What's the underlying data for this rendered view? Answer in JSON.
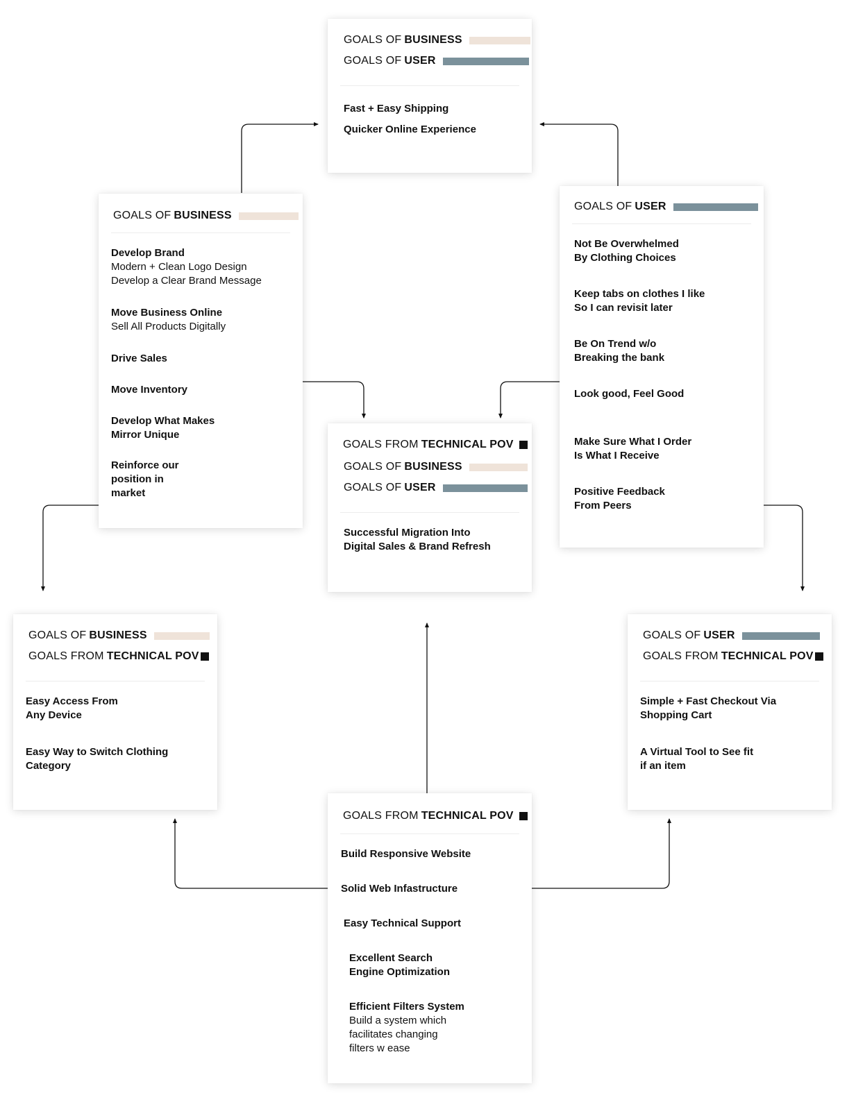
{
  "labels": {
    "goals_of": "GOALS OF",
    "goals_from": "GOALS FROM",
    "business": "BUSINESS",
    "user": "USER",
    "technical_pov": "TECHNICAL POV"
  },
  "colors": {
    "business": "#efe3d9",
    "user": "#7b919b",
    "technical": "#111111",
    "connector": "#111111"
  },
  "cards": {
    "top": {
      "items": [
        {
          "title": "Fast + Easy Shipping"
        },
        {
          "title": "Quicker Online Experience"
        }
      ]
    },
    "business": {
      "items": [
        {
          "title": "Develop Brand",
          "sub": [
            "Modern + Clean Logo Design",
            "Develop a Clear Brand Message"
          ]
        },
        {
          "title": "Move Business Online",
          "sub": [
            "Sell All Products Digitally"
          ]
        },
        {
          "title": "Drive Sales"
        },
        {
          "title": "Move Inventory"
        },
        {
          "title": "Develop What Makes",
          "sub2": "Mirror Unique"
        },
        {
          "title": "Reinforce our",
          "sub2": "position in",
          "sub3": "market"
        }
      ]
    },
    "user": {
      "items": [
        {
          "title": "Not Be Overwhelmed",
          "sub2": "By Clothing Choices"
        },
        {
          "title": "Keep tabs on clothes I like",
          "sub2": "So I can revisit later"
        },
        {
          "title": "Be On Trend w/o",
          "sub2": "Breaking the bank"
        },
        {
          "title": "Look good, Feel Good"
        },
        {
          "title": "Make Sure What I Order",
          "sub2": "Is What I Receive"
        },
        {
          "title": "Positive Feedback",
          "sub2": "From Peers"
        }
      ]
    },
    "center": {
      "items": [
        {
          "title": "Successful Migration Into",
          "sub2": "Digital Sales & Brand Refresh"
        }
      ]
    },
    "left_bottom": {
      "items": [
        {
          "title": "Easy Access From",
          "sub2": "Any Device"
        },
        {
          "title": "Easy Way to Switch Clothing",
          "sub2": "Category"
        }
      ]
    },
    "right_bottom": {
      "items": [
        {
          "title": "Simple + Fast Checkout Via",
          "sub2": "Shopping Cart"
        },
        {
          "title": "A Virtual Tool to See fit",
          "sub2": "if an item"
        }
      ]
    },
    "technical": {
      "items": [
        {
          "title": "Build Responsive Website"
        },
        {
          "title": "Solid Web Infastructure"
        },
        {
          "title": "Easy Technical Support"
        },
        {
          "title": "Excellent Search",
          "sub2": "Engine Optimization"
        },
        {
          "title": "Efficient Filters System",
          "sub": [
            "Build a system which",
            "facilitates changing",
            "filters w ease"
          ]
        }
      ]
    }
  }
}
